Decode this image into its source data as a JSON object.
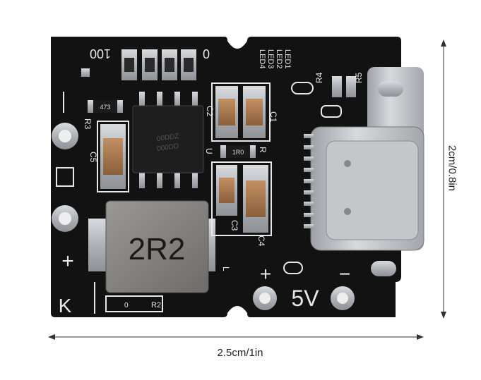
{
  "dimensions": {
    "width": "2.5cm/1in",
    "height": "2cm/0.8in"
  },
  "board": {
    "inductor_marking": "2R2",
    "output_label": "5V",
    "plus_left": "+",
    "plus_output": "+",
    "minus_output": "−",
    "k_label": "K",
    "led_labels": [
      "LED4",
      "LED3",
      "LED2",
      "LED1"
    ],
    "led_value": "100",
    "led_zero": "0",
    "ic_marking_1": "00DDZ",
    "ic_marking_2": "000DD",
    "resistor_1r0": "1R0",
    "resistor_r": "R",
    "resistor_r2": "R2",
    "resistor_r2_val": "0",
    "resistor_r3": "R3",
    "resistor_r3_val": "473",
    "resistor_r4": "R4",
    "resistor_r5": "R5",
    "cap_c1": "C1",
    "cap_c2": "C2",
    "cap_c3": "C3",
    "cap_c4": "C4",
    "cap_c5": "C5",
    "cap_l": "L",
    "ic_u": "U"
  },
  "colors": {
    "pcb": "#121212",
    "silkscreen": "#e8e8e8",
    "metal": "#b9bcbf",
    "cap": "#a8774d"
  }
}
